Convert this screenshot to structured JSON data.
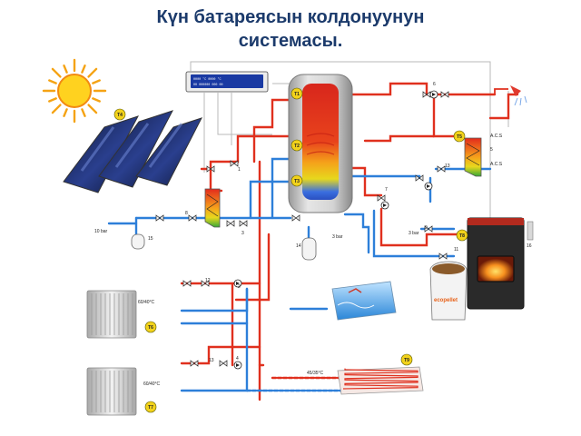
{
  "title": {
    "line1": "Күн батареясын колдонуунун",
    "line2": "системасы."
  },
  "colors": {
    "hot_pipe": "#e0301e",
    "cold_pipe": "#2d7fd9",
    "title": "#1b3a6b",
    "sensor_badge": "#f2d21b"
  },
  "sensors": {
    "t1": "T1",
    "t2": "T2",
    "t3": "T3",
    "t4": "T4",
    "t5": "T5",
    "t6": "T6",
    "t7": "T7",
    "t8": "T8",
    "t9": "T9"
  },
  "labels": {
    "acs_hot": "A.C.S",
    "acs_cold": "A.C.S",
    "radiator_temp_1": "60/40°C",
    "radiator_temp_2": "60/40°C",
    "floor_temp": "45/35°C",
    "pressure_1": "10 bar",
    "pressure_2": "3 bar",
    "pressure_3": "3 bar",
    "n1": "1",
    "n2": "2",
    "n3": "3",
    "n4": "4",
    "n5": "5",
    "n6": "6",
    "n7": "7",
    "n8": "8",
    "n9": "9",
    "n11": "11",
    "n12": "12",
    "n13a": "13",
    "n13b": "13",
    "n14": "14",
    "n15": "15",
    "n16": "16"
  },
  "controller": {
    "line1": "0000 °C 0000 °C",
    "line2": "00 000000 000 00"
  },
  "fuel_brand": "ecopellet"
}
